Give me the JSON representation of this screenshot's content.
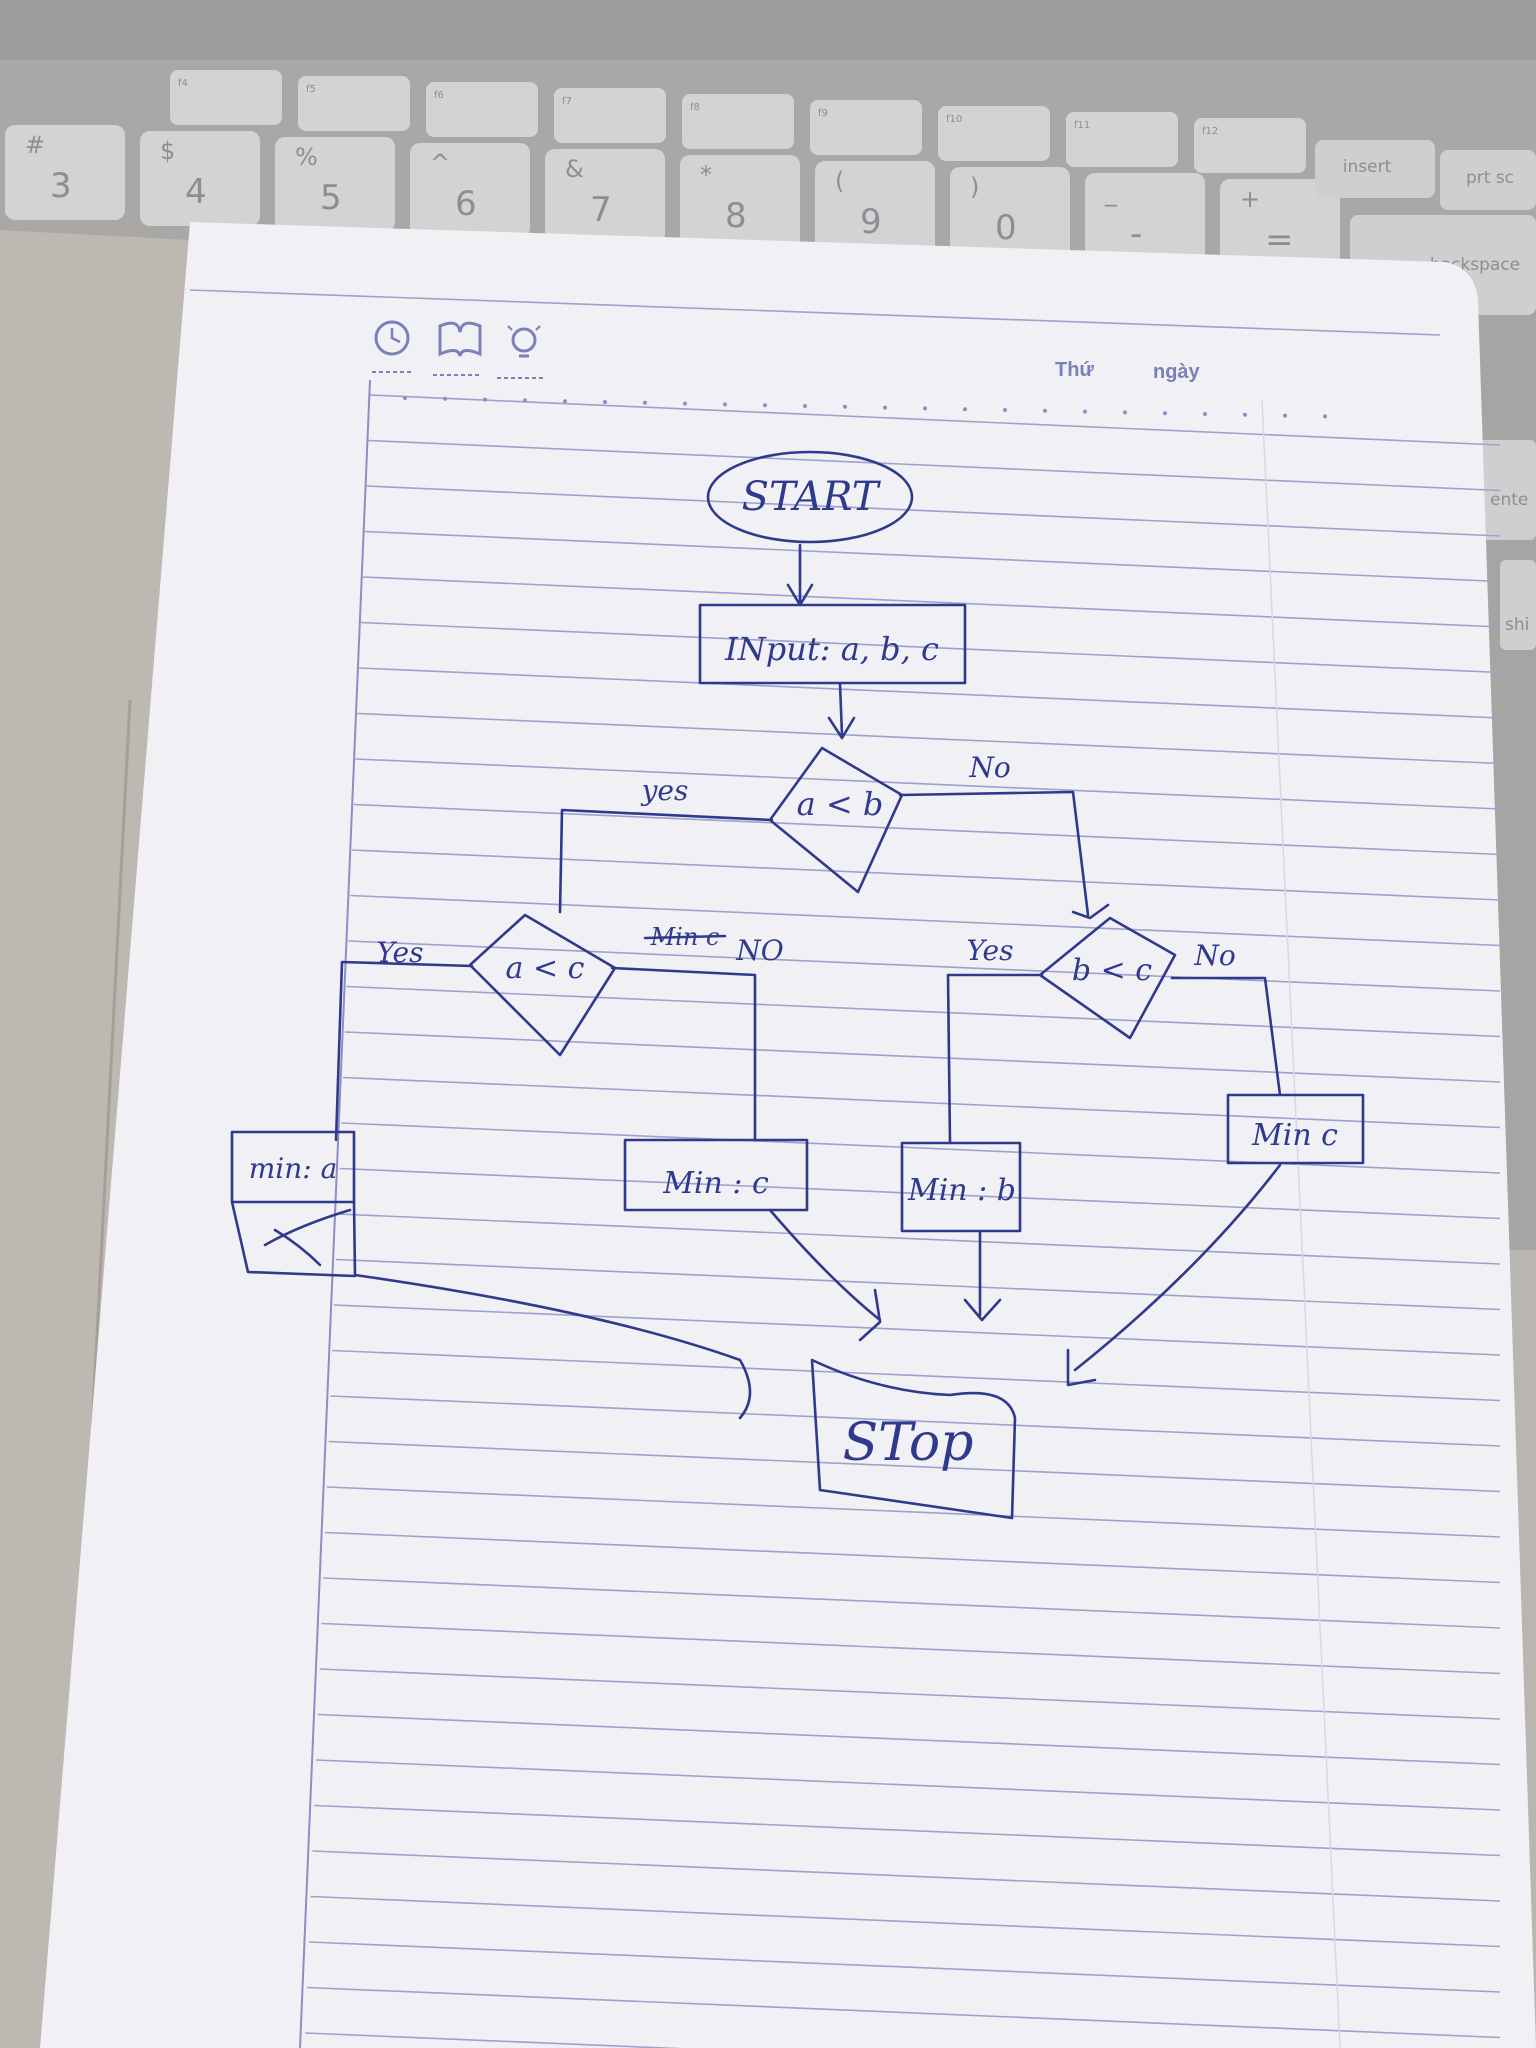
{
  "keyboard": {
    "keys": [
      {
        "main": "3",
        "shift": "#"
      },
      {
        "main": "4",
        "shift": "$"
      },
      {
        "main": "5",
        "shift": "%"
      },
      {
        "main": "6",
        "shift": "^"
      },
      {
        "main": "7",
        "shift": "&"
      },
      {
        "main": "8",
        "shift": "*"
      },
      {
        "main": "9",
        "shift": "("
      },
      {
        "main": "0",
        "shift": ")"
      },
      {
        "main": "-",
        "shift": "_"
      },
      {
        "main": "=",
        "shift": "+"
      }
    ],
    "fn_keys": [
      "f4",
      "f5",
      "f6",
      "f7",
      "f8",
      "f9",
      "f10",
      "f11",
      "f12"
    ],
    "special": {
      "insert": "insert",
      "prtsc": "prt sc",
      "backspace": "backspace",
      "enter": "ente",
      "shift": "shi"
    }
  },
  "notebook": {
    "header": {
      "day_label": "Thứ",
      "date_label": "ngày"
    },
    "flowchart": {
      "start": "START",
      "input": "INput: a, b, c",
      "decision1": "a < b",
      "decision2": "a < c",
      "decision3": "b < c",
      "yes1": "yes",
      "no1": "No",
      "yes2": "Yes",
      "no2": "NO",
      "yes3": "Yes",
      "no3": "No",
      "struck_text": "Min c",
      "out_a": "min: a",
      "out_c1": "Min : c",
      "out_b": "Min : b",
      "out_c2": "Min c",
      "stop": "STop"
    }
  }
}
